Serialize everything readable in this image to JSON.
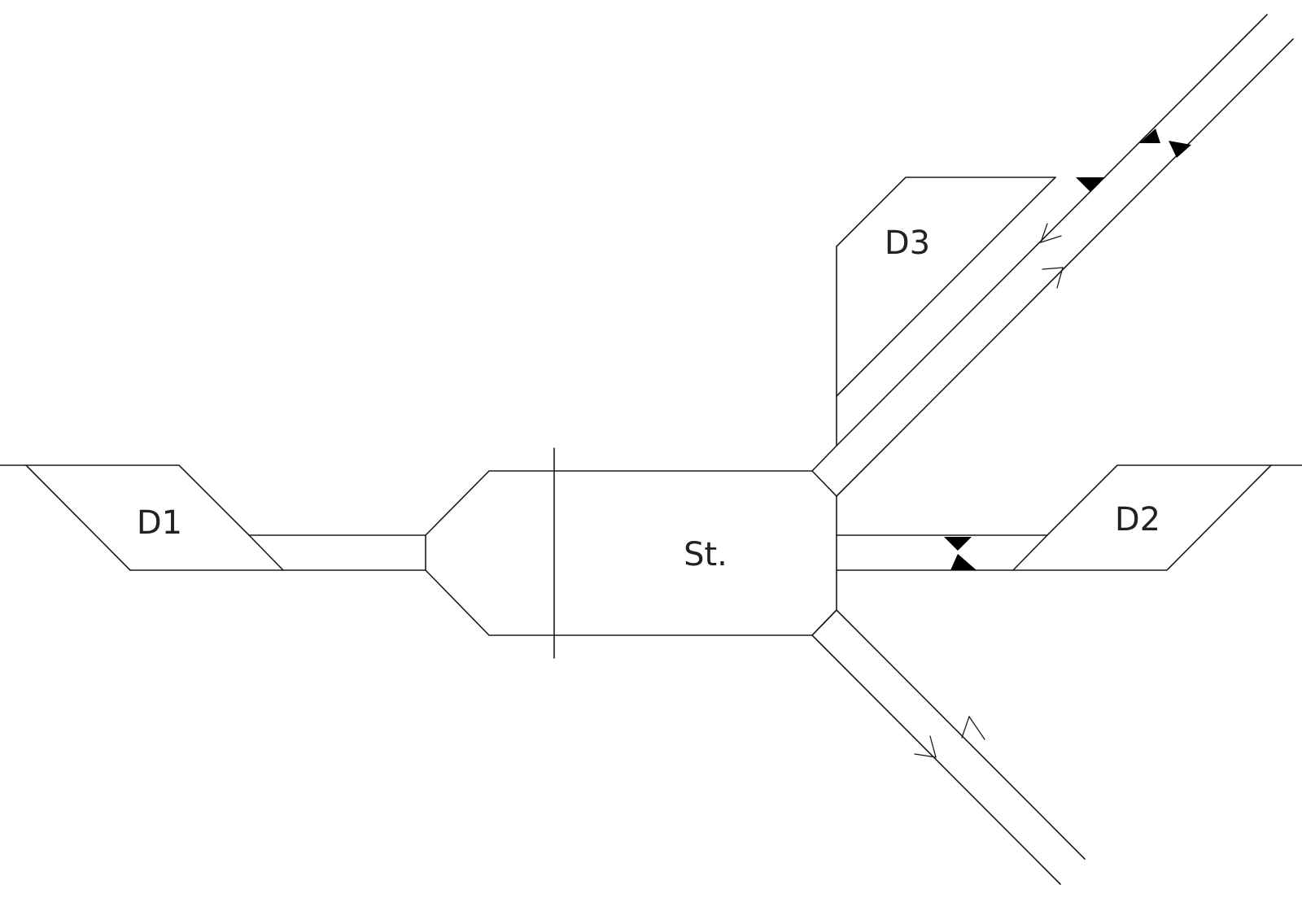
{
  "diagram": {
    "labels": {
      "station": "St.",
      "depot_1": "D1",
      "depot_2": "D2",
      "depot_3": "D3"
    },
    "colors": {
      "line": "#1a1a1a",
      "signal_mark": "#000000",
      "background": "#ffffff"
    }
  }
}
